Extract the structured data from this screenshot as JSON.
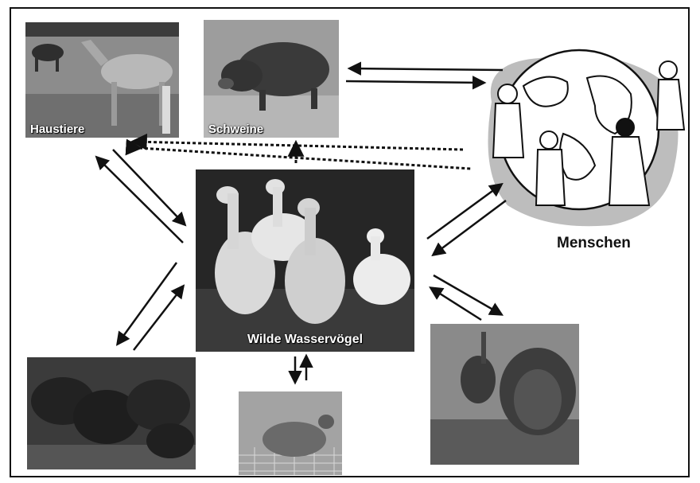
{
  "labels": {
    "haustiere": "Haustiere",
    "schweine": "Schweine",
    "wilde_wasservoegel": "Wilde Wasservögel",
    "menschen": "Menschen"
  },
  "colors": {
    "ink": "#111111",
    "photo_dark": "#2a2a2a",
    "photo_mid": "#7a7a7a",
    "globe_shadow": "#bdbdbd"
  }
}
